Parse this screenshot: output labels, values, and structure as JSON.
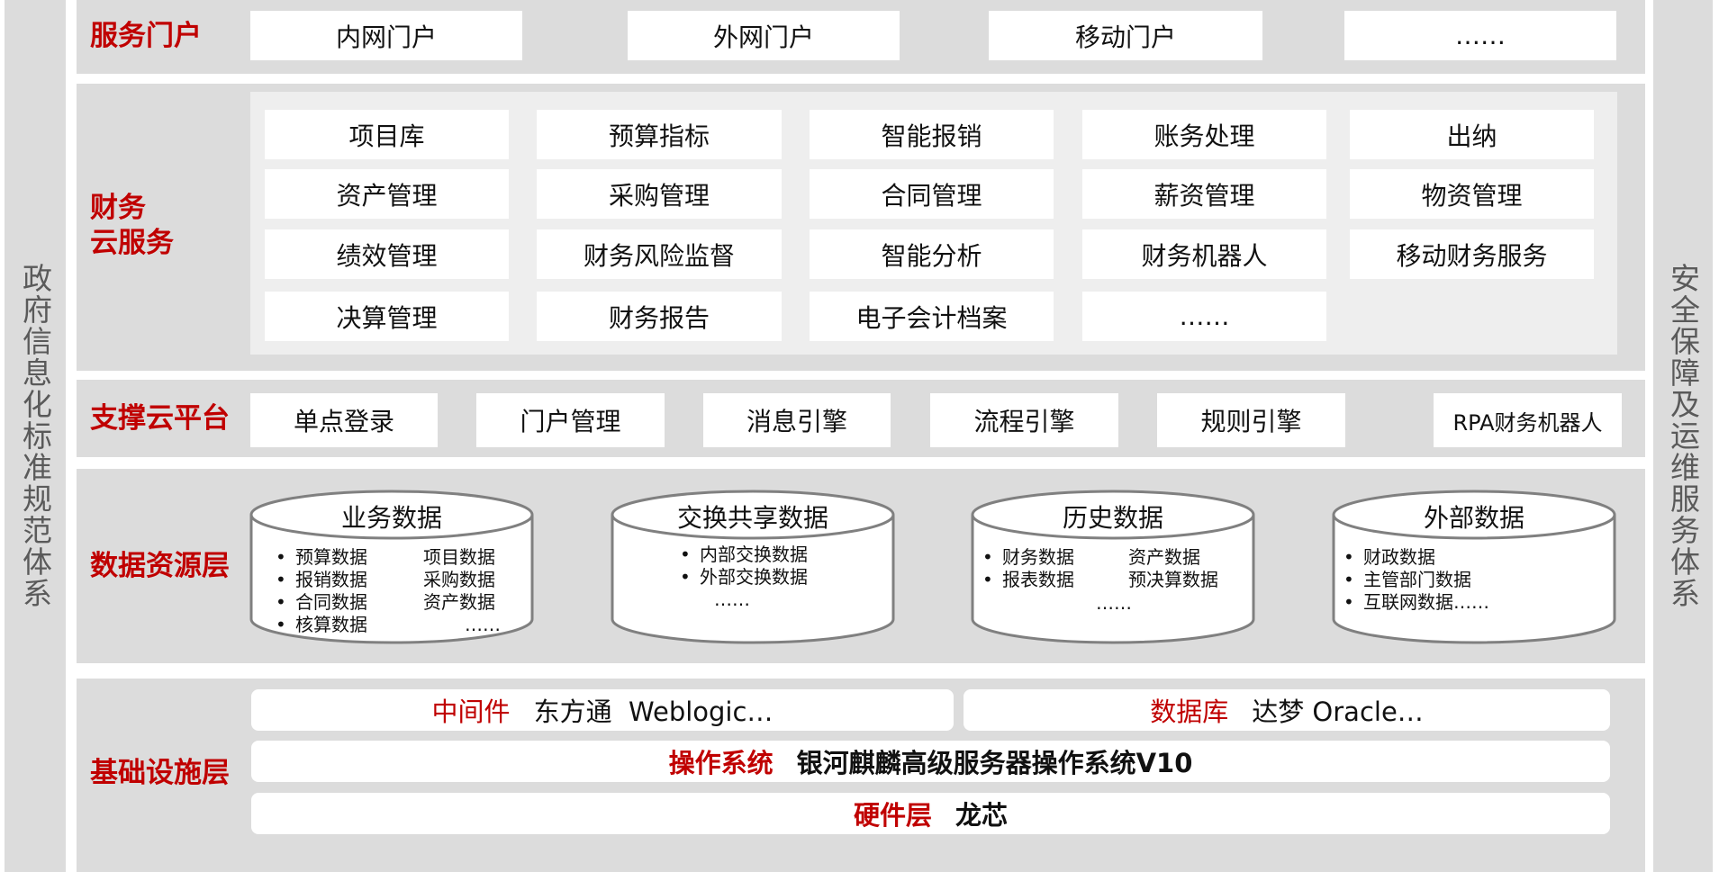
{
  "left_bar": "政府信息化标准规范体系",
  "right_bar": "安全保障及运维服务体系",
  "portal": {
    "title": "服务门户",
    "items": [
      "内网门户",
      "外网门户",
      "移动门户",
      "……"
    ]
  },
  "finance": {
    "title_line1": "财务",
    "title_line2": "云服务",
    "items": [
      [
        "项目库",
        "预算指标",
        "智能报销",
        "账务处理",
        "出纳"
      ],
      [
        "资产管理",
        "采购管理",
        "合同管理",
        "薪资管理",
        "物资管理"
      ],
      [
        "绩效管理",
        "财务风险监督",
        "智能分析",
        "财务机器人",
        "移动财务服务"
      ],
      [
        "决算管理",
        "财务报告",
        "电子会计档案",
        "……"
      ]
    ]
  },
  "support": {
    "title": "支撑云平台",
    "items": [
      "单点登录",
      "门户管理",
      "消息引擎",
      "流程引擎",
      "规则引擎",
      "RPA财务机器人"
    ]
  },
  "data_layer": {
    "title": "数据资源层",
    "cylinders": [
      {
        "title": "业务数据",
        "col1": [
          "预算数据",
          "报销数据",
          "合同数据",
          "核算数据"
        ],
        "col2": [
          "项目数据",
          "采购数据",
          "资产数据",
          "……"
        ]
      },
      {
        "title": "交换共享数据",
        "col1": [
          "内部交换数据",
          "外部交换数据"
        ],
        "more": "……"
      },
      {
        "title": "历史数据",
        "col1": [
          "财务数据",
          "报表数据"
        ],
        "col2": [
          "资产数据",
          "预决算数据"
        ],
        "more": "……"
      },
      {
        "title": "外部数据",
        "col1": [
          "财政数据",
          "主管部门数据",
          "互联网数据……"
        ]
      }
    ]
  },
  "infra": {
    "title": "基础设施层",
    "middleware_label": "中间件",
    "middleware_value": "东方通  Weblogic…",
    "database_label": "数据库",
    "database_value": "达梦 Oracle…",
    "os_label": "操作系统",
    "os_value": "银河麒麟高级服务器操作系统V10",
    "hw_label": "硬件层",
    "hw_value": "龙芯"
  },
  "colors": {
    "accent": "#c00000",
    "layer_bg": "#dcdcdc",
    "inner_bg": "#eeeeee",
    "box_bg": "#ffffff",
    "cylinder_stroke": "#808080"
  }
}
